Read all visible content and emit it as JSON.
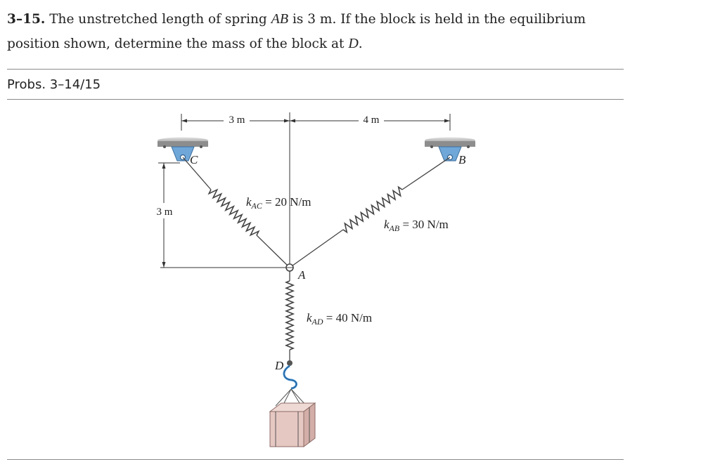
{
  "problem": {
    "number": "3–15.",
    "text_1": " The unstretched length of spring ",
    "spring": "AB",
    "text_2": " is 3 m. If the block is held in the equilibrium position shown, determine the mass of the block at ",
    "point": "D",
    "text_3": "."
  },
  "caption": "Probs. 3–14/15",
  "figure": {
    "dim_horizontal_left": "3 m",
    "dim_horizontal_right": "4 m",
    "dim_vertical": "3 m",
    "point_c": "C",
    "point_b": "B",
    "point_a": "A",
    "point_d": "D",
    "spring_ac": {
      "k": "k",
      "sub": "AC",
      "value": " = 20 N/m"
    },
    "spring_ab": {
      "k": "k",
      "sub": "AB",
      "value": " = 30 N/m"
    },
    "spring_ad": {
      "k": "k",
      "sub": "AD",
      "value": " = 40 N/m"
    },
    "colors": {
      "support": "#6fa7d8",
      "ceiling": "#b5b5b5",
      "block_front": "#e6c8c3",
      "block_side": "#d3aea8",
      "block_top": "#efd9d5",
      "hook": "#3f8fd3"
    }
  }
}
